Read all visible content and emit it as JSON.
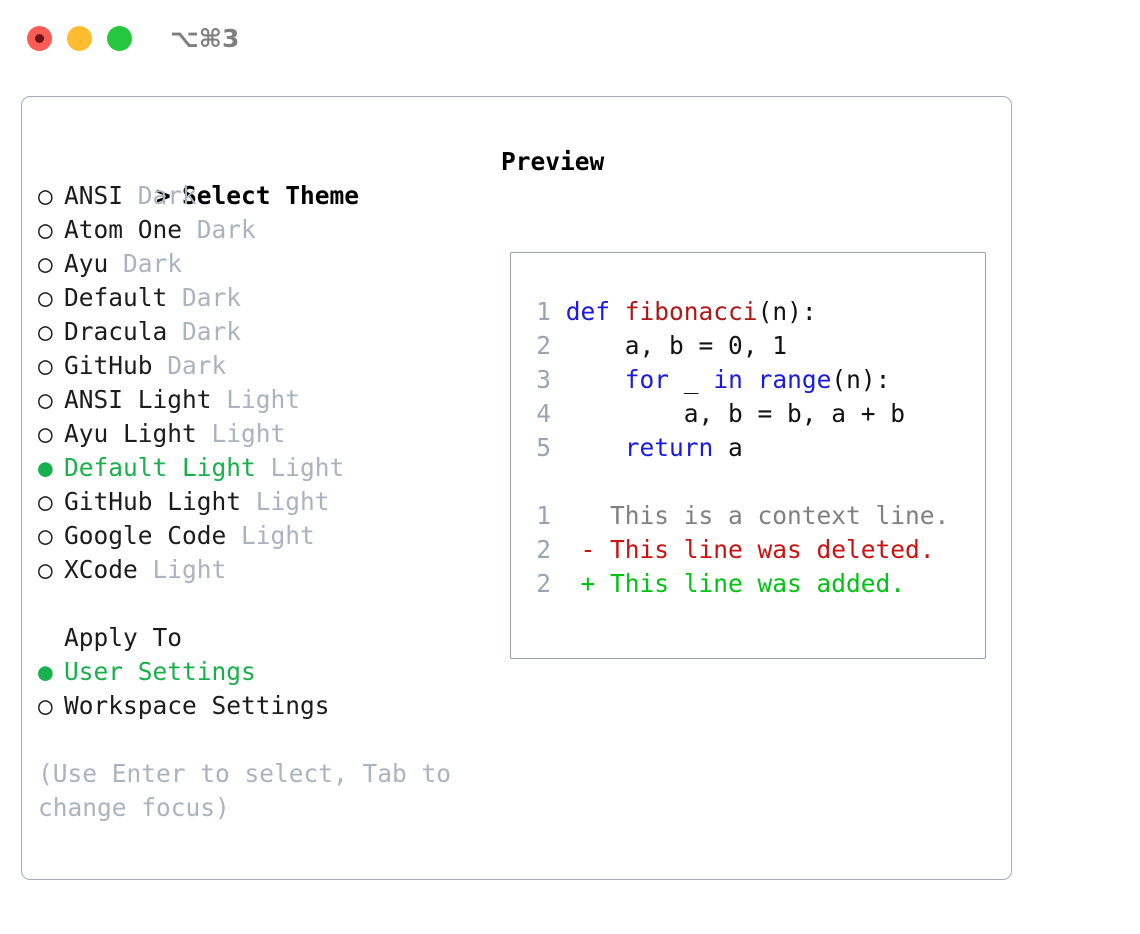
{
  "titlebar": {
    "shortcut": "⌥⌘3",
    "buttons": {
      "close": "close-window",
      "minimize": "minimize-window",
      "maximize": "maximize-window"
    },
    "colors": {
      "close": "#fb5c56",
      "minimize": "#febc2e",
      "maximize": "#25c73e"
    }
  },
  "colors": {
    "accent_green": "#18b14b",
    "muted": "#abb3bf",
    "border": "#a6aeba",
    "code_border": "#9aa5b1",
    "keyword_blue": "#1a1ae0",
    "function_red": "#b01818",
    "diff_delete": "#cc1111",
    "diff_add": "#00c412",
    "line_number": "#9aa5b1"
  },
  "markers": {
    "selected": "●",
    "unselected": "○",
    "prompt": ">"
  },
  "theme_panel": {
    "heading": "Select Theme",
    "items": [
      {
        "label": "ANSI",
        "badge": "Dark",
        "selected": false
      },
      {
        "label": "Atom One",
        "badge": "Dark",
        "selected": false
      },
      {
        "label": "Ayu",
        "badge": "Dark",
        "selected": false
      },
      {
        "label": "Default",
        "badge": "Dark",
        "selected": false
      },
      {
        "label": "Dracula",
        "badge": "Dark",
        "selected": false
      },
      {
        "label": "GitHub",
        "badge": "Dark",
        "selected": false
      },
      {
        "label": "ANSI Light",
        "badge": "Light",
        "selected": false
      },
      {
        "label": "Ayu Light",
        "badge": "Light",
        "selected": false
      },
      {
        "label": "Default Light",
        "badge": "Light",
        "selected": true
      },
      {
        "label": "GitHub Light",
        "badge": "Light",
        "selected": false
      },
      {
        "label": "Google Code",
        "badge": "Light",
        "selected": false
      },
      {
        "label": "XCode",
        "badge": "Light",
        "selected": false
      }
    ]
  },
  "apply_to": {
    "heading": "Apply To",
    "items": [
      {
        "label": "User Settings",
        "selected": true
      },
      {
        "label": "Workspace Settings",
        "selected": false
      }
    ]
  },
  "hint": "(Use Enter to select, Tab to change focus)",
  "preview": {
    "title": "Preview",
    "code_lines": [
      {
        "number": "1",
        "tokens": [
          {
            "text": "def",
            "style": "kw"
          },
          {
            "text": " ",
            "style": "pl"
          },
          {
            "text": "fibonacci",
            "style": "fn"
          },
          {
            "text": "(n):",
            "style": "pl"
          }
        ]
      },
      {
        "number": "2",
        "tokens": [
          {
            "text": "    a, b = 0, 1",
            "style": "pl"
          }
        ]
      },
      {
        "number": "3",
        "tokens": [
          {
            "text": "    ",
            "style": "pl"
          },
          {
            "text": "for",
            "style": "kw"
          },
          {
            "text": " _ ",
            "style": "pl"
          },
          {
            "text": "in",
            "style": "kw"
          },
          {
            "text": " ",
            "style": "pl"
          },
          {
            "text": "range",
            "style": "kw"
          },
          {
            "text": "(n):",
            "style": "pl"
          }
        ]
      },
      {
        "number": "4",
        "tokens": [
          {
            "text": "        a, b = b, a + b",
            "style": "pl"
          }
        ]
      },
      {
        "number": "5",
        "tokens": [
          {
            "text": "    ",
            "style": "pl"
          },
          {
            "text": "return",
            "style": "kw"
          },
          {
            "text": " a",
            "style": "pl"
          }
        ]
      }
    ],
    "diff_lines": [
      {
        "number": "1",
        "marker": " ",
        "text": "This is a context line.",
        "style": "ctx"
      },
      {
        "number": "2",
        "marker": "-",
        "text": "This line was deleted.",
        "style": "del"
      },
      {
        "number": "2",
        "marker": "+",
        "text": "This line was added.",
        "style": "add"
      }
    ]
  }
}
